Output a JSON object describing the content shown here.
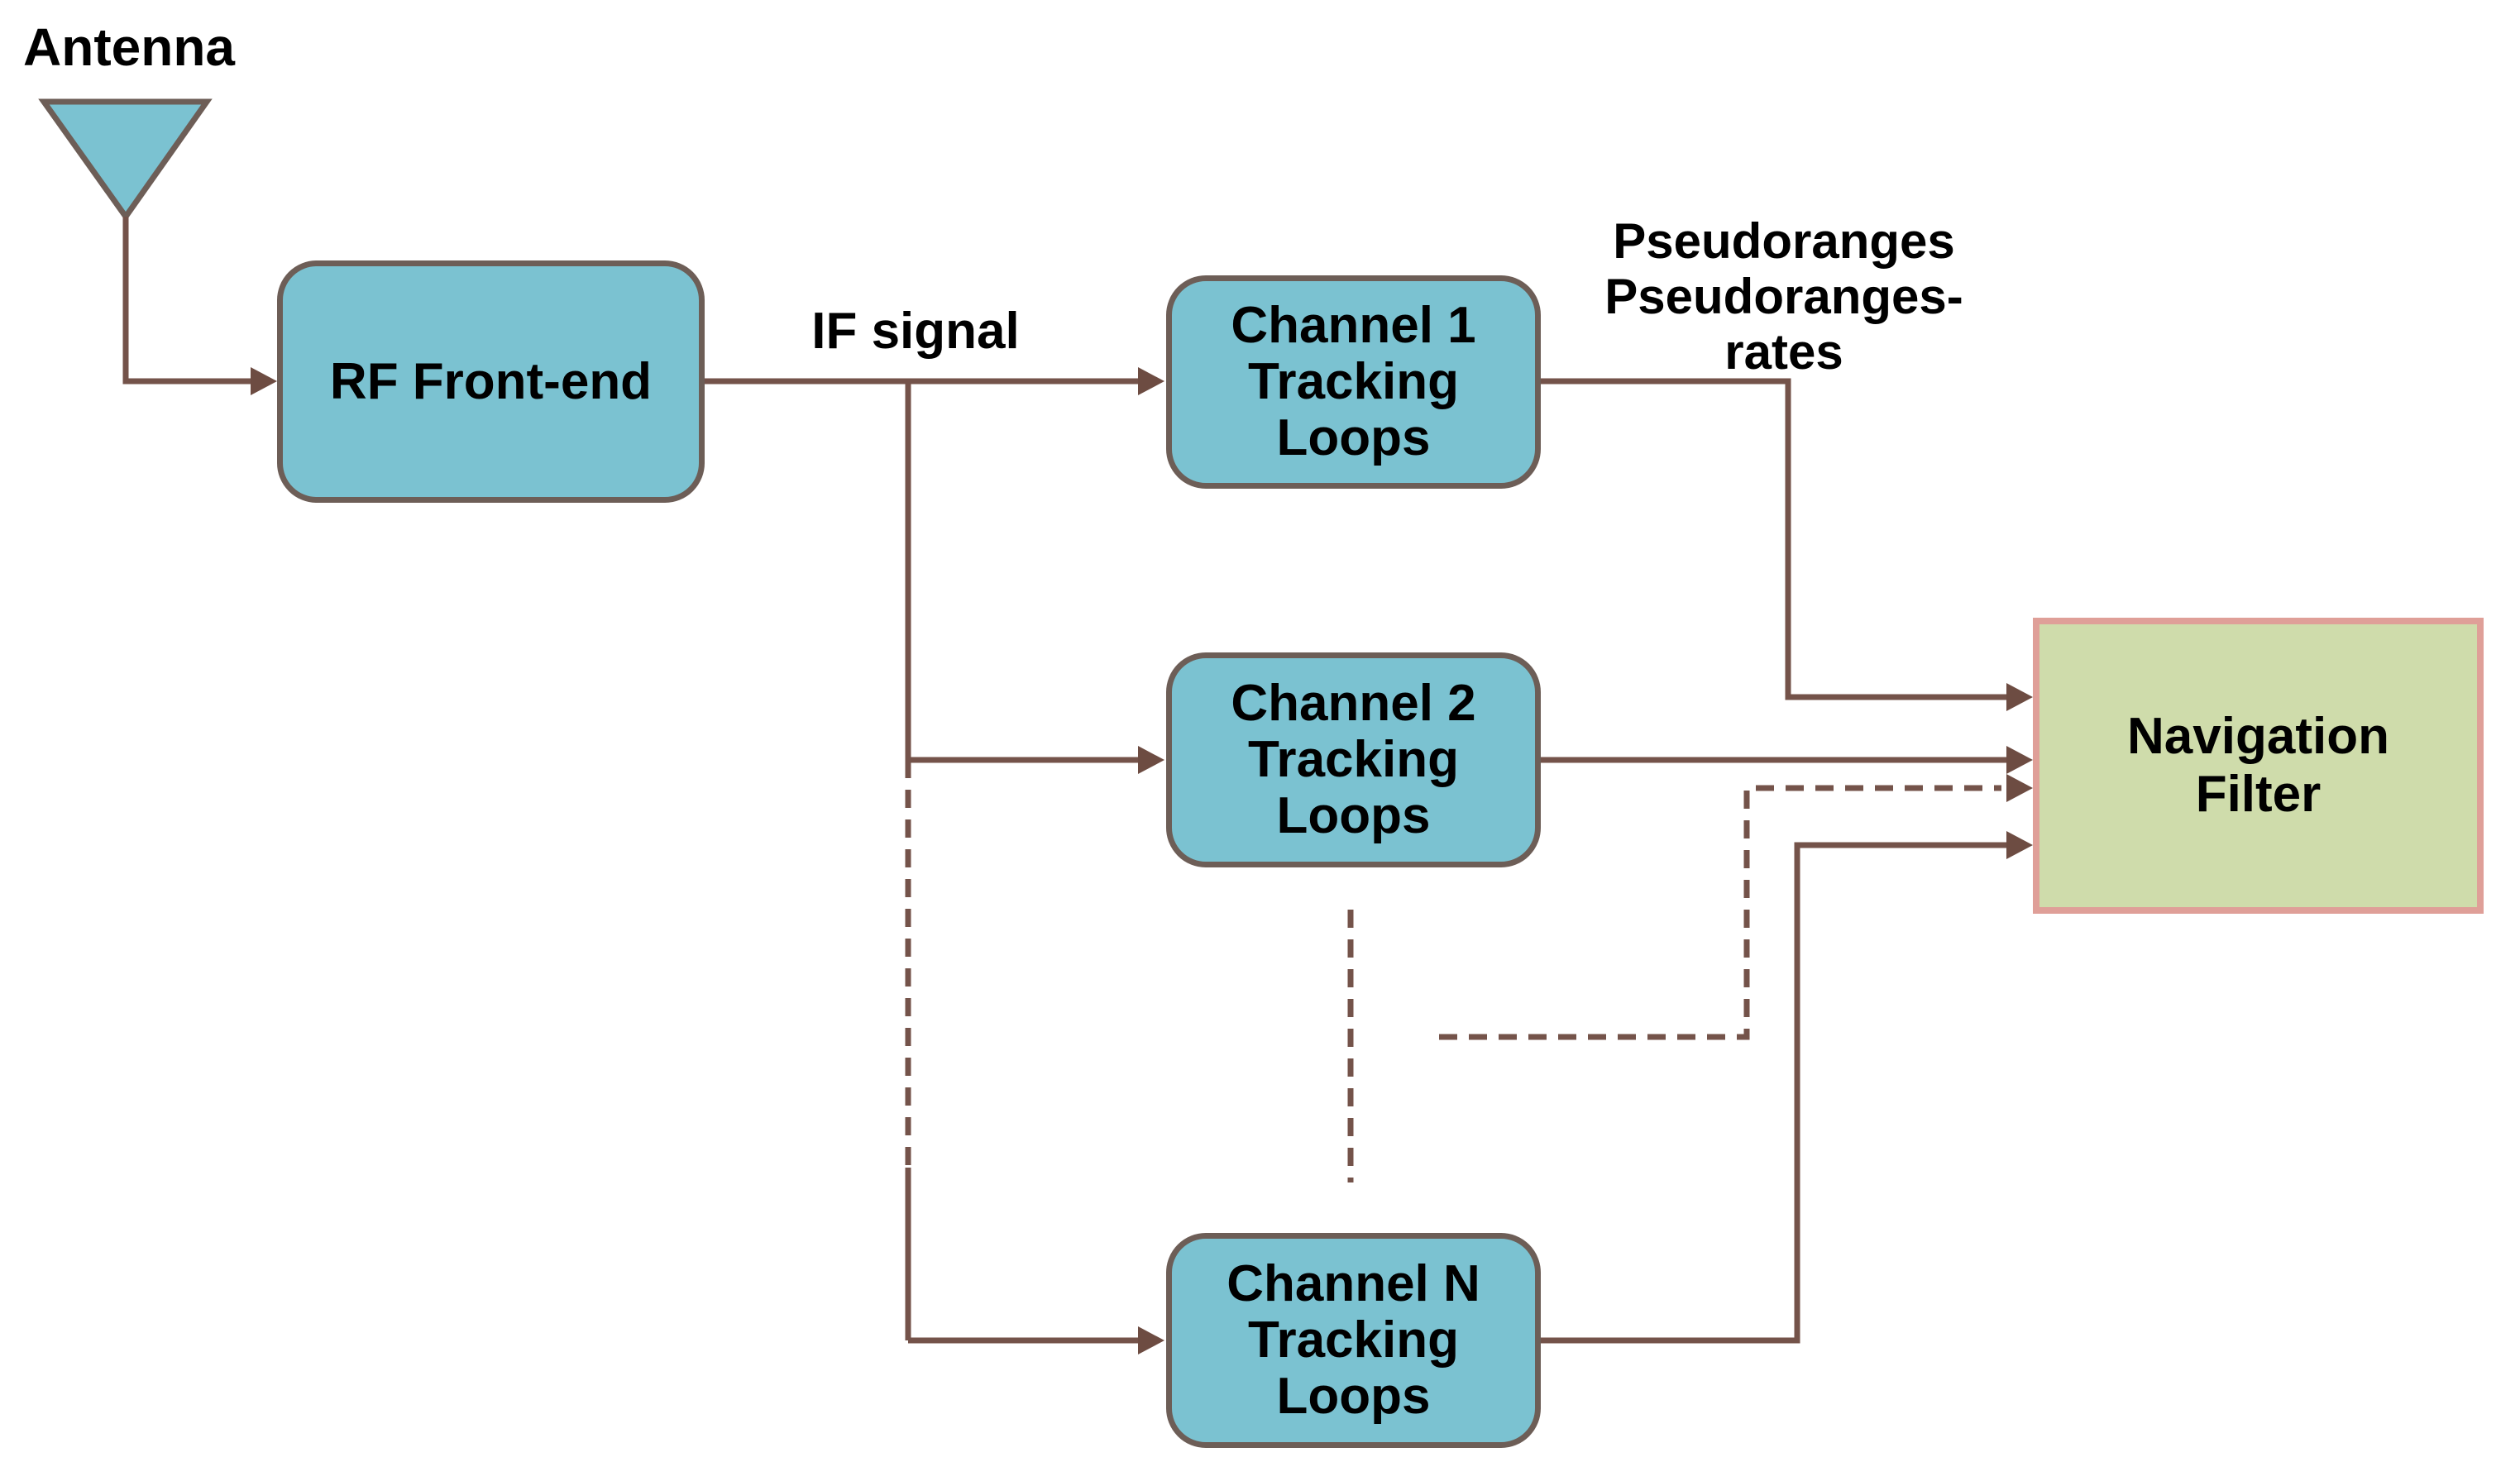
{
  "diagram": {
    "title": "GPS receiver signal processing block diagram",
    "colors": {
      "background": "#ffffff",
      "wire_brown": "#74534a",
      "arrowhead_brown": "#6d4c42",
      "node_fill_blue": "#7bc2d1",
      "node_border_gray_brown": "#6d5e57",
      "nav_fill_green": "#cfdcab",
      "nav_border_pink": "#df9f98",
      "text": "#000000"
    },
    "labels": {
      "antenna": "Antenna",
      "if_signal": "IF signal",
      "pseudoranges": "Pseudoranges\nPseudoranges-\nrates"
    },
    "nodes": {
      "rf_front_end": {
        "label": "RF Front-end"
      },
      "channel_1": {
        "label": "Channel 1\nTracking\nLoops"
      },
      "channel_2": {
        "label": "Channel 2\nTracking\nLoops"
      },
      "channel_n": {
        "label": "Channel N\nTracking\nLoops"
      },
      "navigation_filter": {
        "label": "Navigation\nFilter"
      }
    },
    "connections": [
      "Antenna -> RF Front-end",
      "RF Front-end -> Channel 1 Tracking Loops (IF signal)",
      "RF Front-end -> Channel 2 Tracking Loops (IF signal)",
      "RF Front-end -> Channel N Tracking Loops (IF signal, partly dashed)",
      "Channel 1 Tracking Loops -> Navigation Filter (Pseudoranges, Pseudoranges-rates)",
      "Channel 2 Tracking Loops -> Navigation Filter",
      "Channel ... (dashed) -> Navigation Filter",
      "Channel N Tracking Loops -> Navigation Filter"
    ]
  }
}
